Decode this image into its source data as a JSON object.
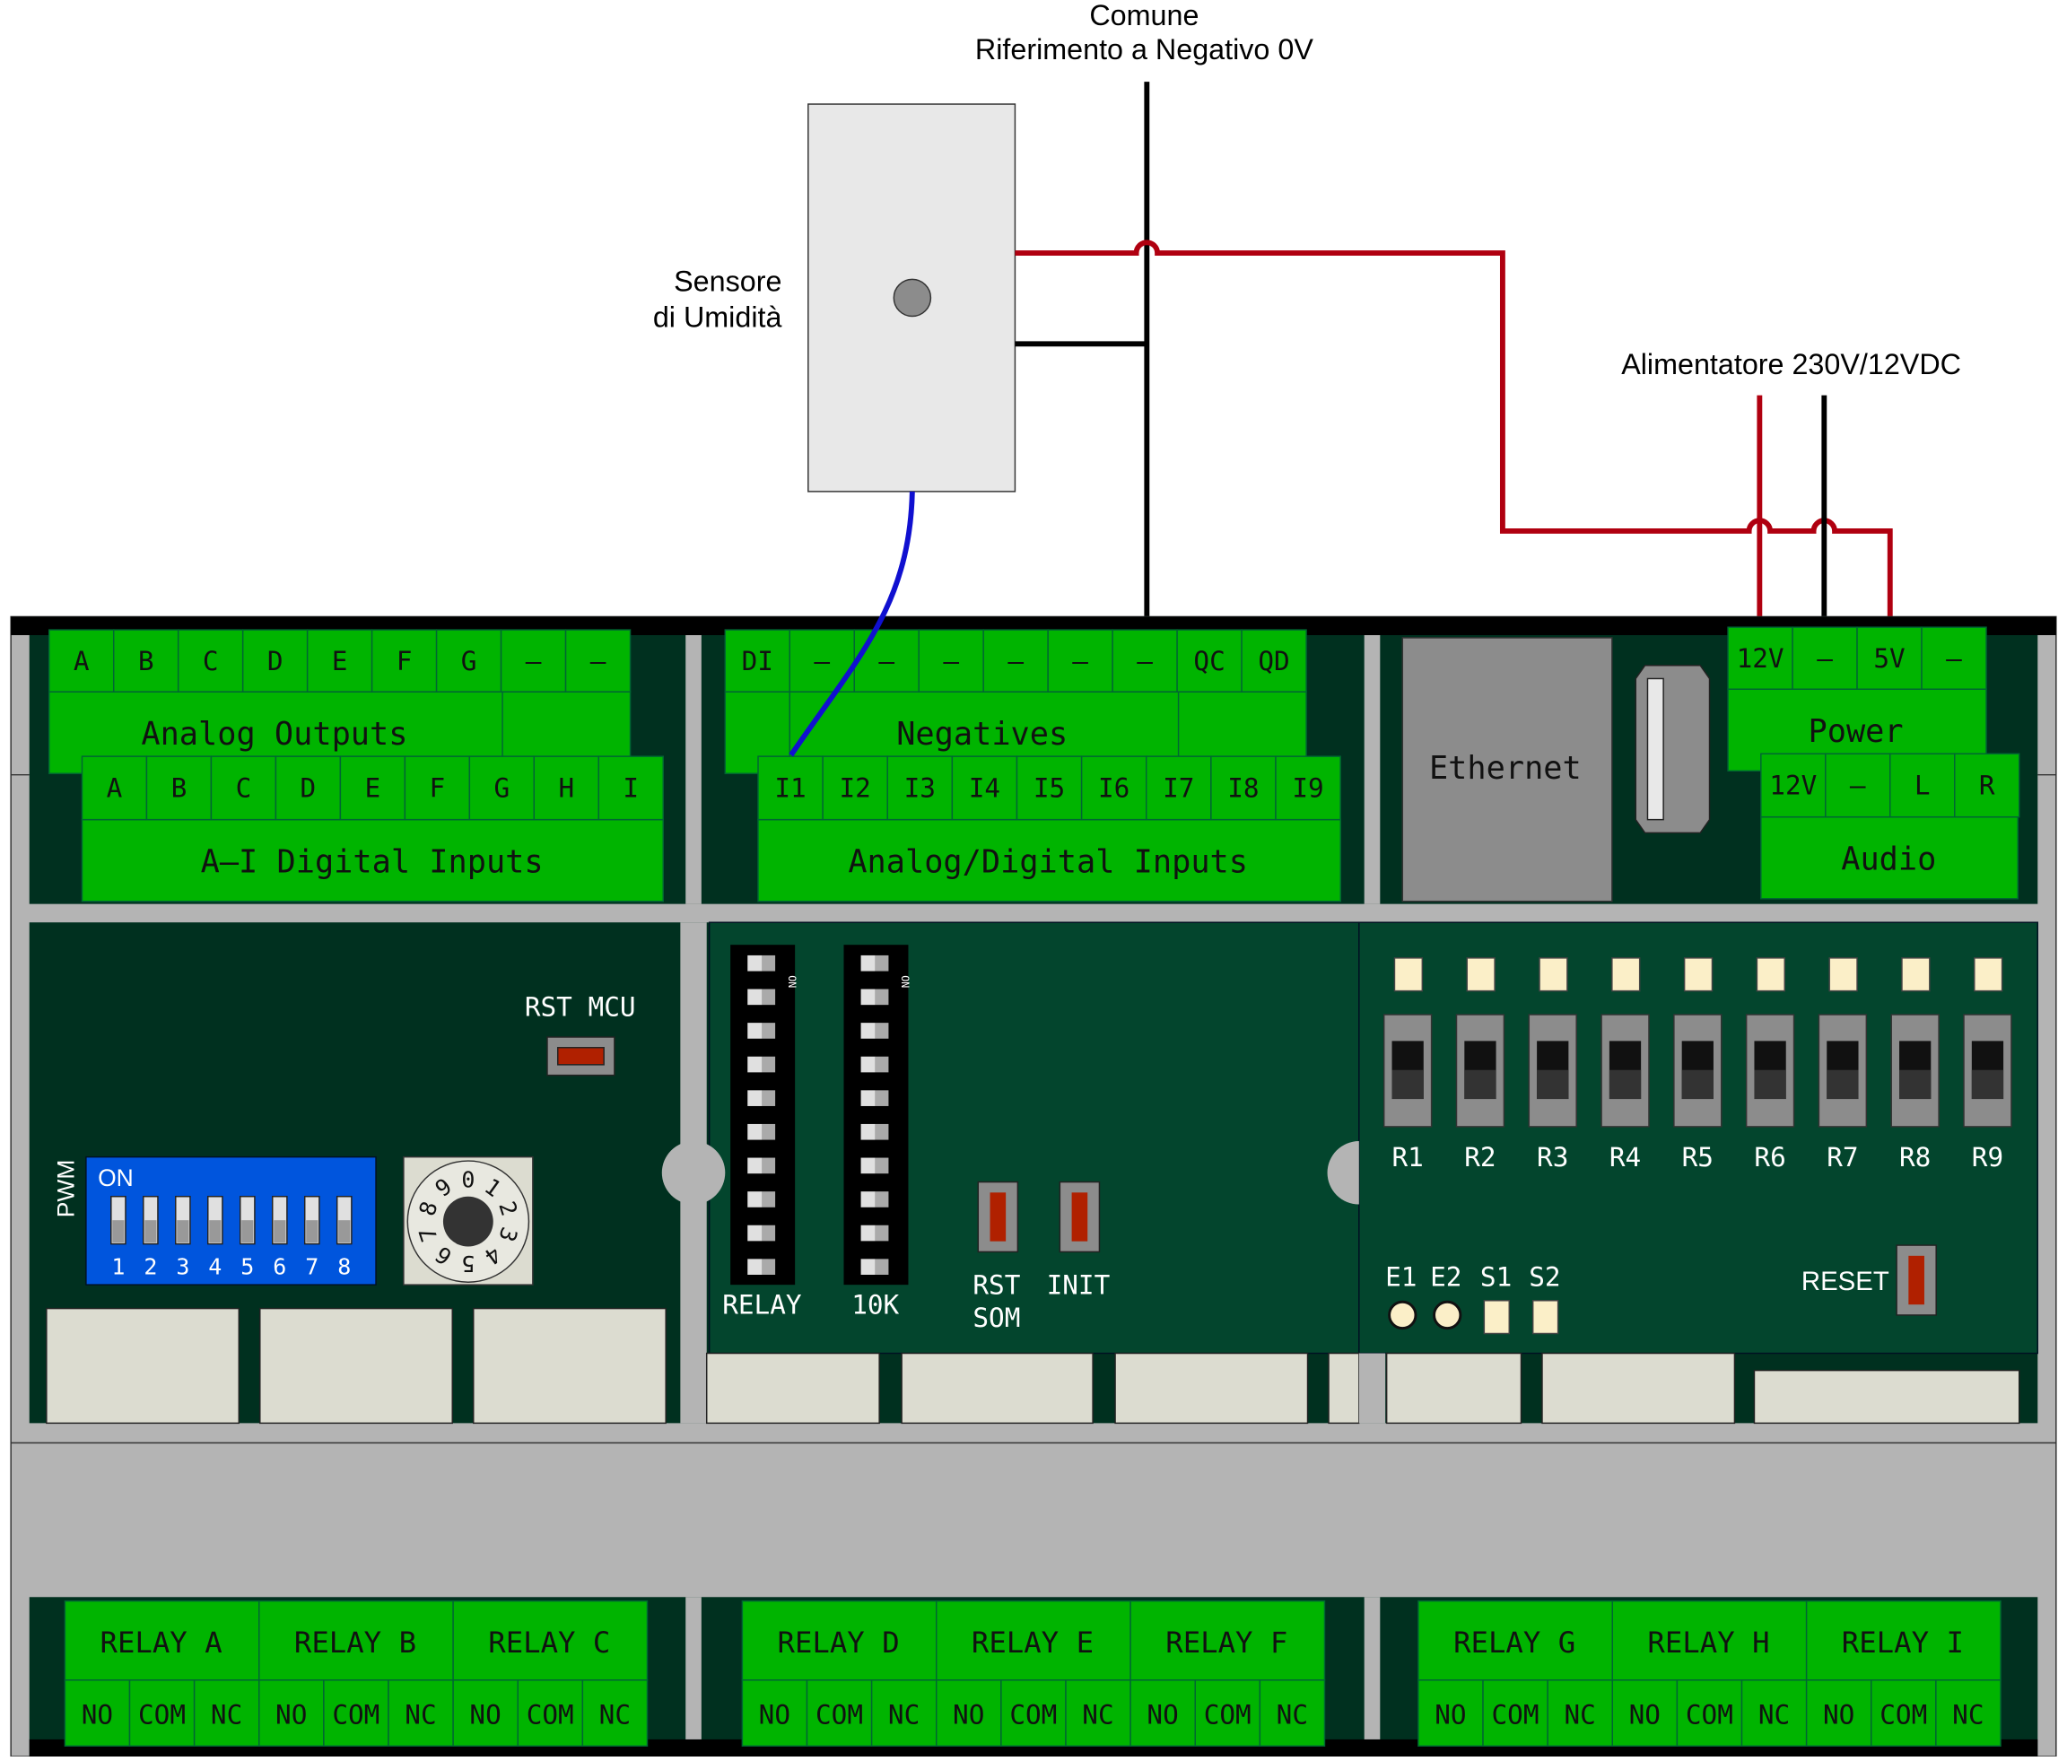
{
  "annotations": {
    "common_line1": "Comune",
    "common_line2": "Riferimento a Negativo 0V",
    "sensor_line1": "Sensore",
    "sensor_line2": "di Umidità",
    "power_supply": "Alimentatore 230V/12VDC"
  },
  "top_blocks": {
    "analog_outputs": {
      "terminals": [
        "A",
        "B",
        "C",
        "D",
        "E",
        "F",
        "G",
        "–",
        "–"
      ],
      "label": "Analog Outputs"
    },
    "digital_inputs": {
      "terminals": [
        "A",
        "B",
        "C",
        "D",
        "E",
        "F",
        "G",
        "H",
        "I"
      ],
      "label": "A–I Digital Inputs"
    },
    "negatives": {
      "terminals": [
        "DI",
        "–",
        "–",
        "–",
        "–",
        "–",
        "–",
        "QC",
        "QD"
      ],
      "label": "Negatives"
    },
    "analog_digital_inputs": {
      "terminals": [
        "I1",
        "I2",
        "I3",
        "I4",
        "I5",
        "I6",
        "I7",
        "I8",
        "I9"
      ],
      "label": "Analog/Digital Inputs"
    },
    "ethernet": "Ethernet",
    "power": {
      "terminals": [
        "12V",
        "–",
        "5V",
        "–"
      ],
      "label": "Power"
    },
    "audio": {
      "terminals": [
        "12V",
        "–",
        "L",
        "R"
      ],
      "label": "Audio"
    }
  },
  "middle": {
    "rst_mcu": "RST MCU",
    "pwm_label": "PWM",
    "dip_on": "ON",
    "dip_numbers": [
      "1",
      "2",
      "3",
      "4",
      "5",
      "6",
      "7",
      "8"
    ],
    "rotary_digits": [
      "0",
      "1",
      "2",
      "3",
      "4",
      "5",
      "6",
      "7",
      "8",
      "9"
    ],
    "dip_relay_label": "RELAY",
    "dip_10k_label": "10K",
    "dip_pack_on": "ON",
    "rst_som_line1": "RST",
    "rst_som_line2": "SOM",
    "init_label": "INIT",
    "relay_switches": [
      "R1",
      "R2",
      "R3",
      "R4",
      "R5",
      "R6",
      "R7",
      "R8",
      "R9"
    ],
    "indicators": [
      "E1",
      "E2",
      "S1",
      "S2"
    ],
    "reset_label": "RESET"
  },
  "relays": [
    {
      "name": "RELAY A",
      "terminals": [
        "NO",
        "COM",
        "NC"
      ]
    },
    {
      "name": "RELAY B",
      "terminals": [
        "NO",
        "COM",
        "NC"
      ]
    },
    {
      "name": "RELAY C",
      "terminals": [
        "NO",
        "COM",
        "NC"
      ]
    },
    {
      "name": "RELAY D",
      "terminals": [
        "NO",
        "COM",
        "NC"
      ]
    },
    {
      "name": "RELAY E",
      "terminals": [
        "NO",
        "COM",
        "NC"
      ]
    },
    {
      "name": "RELAY F",
      "terminals": [
        "NO",
        "COM",
        "NC"
      ]
    },
    {
      "name": "RELAY G",
      "terminals": [
        "NO",
        "COM",
        "NC"
      ]
    },
    {
      "name": "RELAY H",
      "terminals": [
        "NO",
        "COM",
        "NC"
      ]
    },
    {
      "name": "RELAY I",
      "terminals": [
        "NO",
        "COM",
        "NC"
      ]
    }
  ],
  "colors": {
    "terminal_green": "#00b400",
    "board_dark": "#00301f",
    "board_mid": "#03452d",
    "wire_red": "#b00010",
    "wire_blue": "#1010d0",
    "dip_blue": "#0055dd"
  }
}
